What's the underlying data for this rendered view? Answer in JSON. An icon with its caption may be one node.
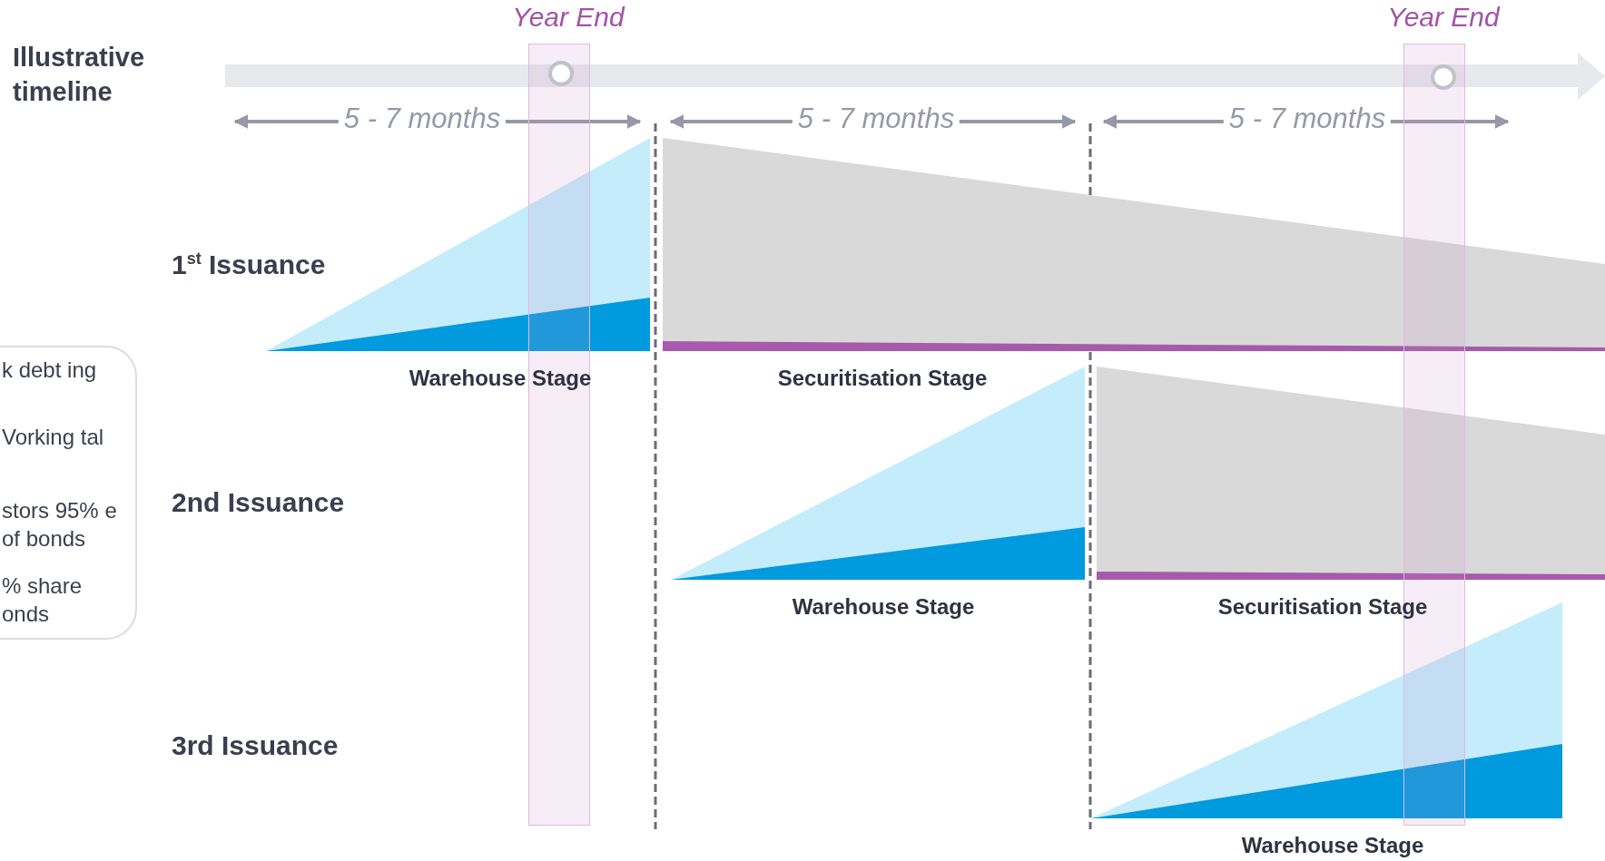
{
  "diagram": {
    "nodes": [
      {
        "text": [
          "Warehouse Stage"
        ]
      },
      {
        "text": [
          "Securitisation Stage"
        ]
      },
      {
        "text": [
          "Warehouse Stage"
        ]
      },
      {
        "text": [
          "Securitisation Stage"
        ]
      },
      {
        "text": [
          "Warehouse Stage"
        ]
      }
    ],
    "labels": [
      "Illustrative timeline",
      "Year End",
      "Year End",
      "5 - 7 months",
      "5 - 7 months",
      "5 - 7 months",
      "1$^{st}$ Issuance",
      "2nd Issuance",
      "3rd Issuance",
      "k debt ing",
      "Vorking tal",
      "stors 95% e of bonds",
      "% share onds"
    ]
  }
}
